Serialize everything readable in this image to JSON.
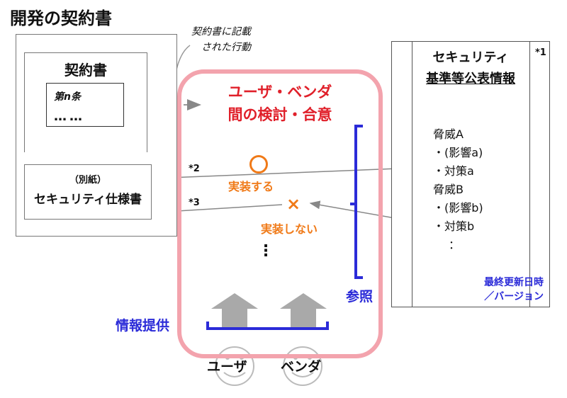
{
  "title": "開発の契約書",
  "contract": {
    "title": "契約書",
    "article": "第n条",
    "dots": "……"
  },
  "spec": {
    "sub": "（別紙）",
    "title": "セキュリティ仕様書"
  },
  "annotation": {
    "line1": "契約書に記載",
    "line2": "された行動"
  },
  "discussion": {
    "line1": "ユーザ・ベンダ",
    "line2": "間の検討・合意"
  },
  "decisions": {
    "do": "実装する",
    "do_mark": "○",
    "dont": "実装しない",
    "dont_mark": "×",
    "more": "⋮"
  },
  "footnotes": {
    "s1": "*1",
    "s2": "*2",
    "s3": "*3"
  },
  "reference_label": "参照",
  "info_label": "情報提供",
  "right_panel": {
    "title1": "セキュリティ",
    "title2": "基準等公表情報",
    "threats": [
      "脅威A",
      "・(影響a)",
      "・対策a",
      "脅威B",
      "・(影響b)",
      "・対策b",
      "："
    ],
    "updated1": "最終更新日時",
    "updated2": "／バージョン"
  },
  "parties": {
    "user": "ユーザ",
    "vendor": "ベンダ"
  },
  "colors": {
    "red": "#e0202a",
    "orange": "#f07a18",
    "blue": "#2b2bd8",
    "pink": "#f3a3ad"
  }
}
